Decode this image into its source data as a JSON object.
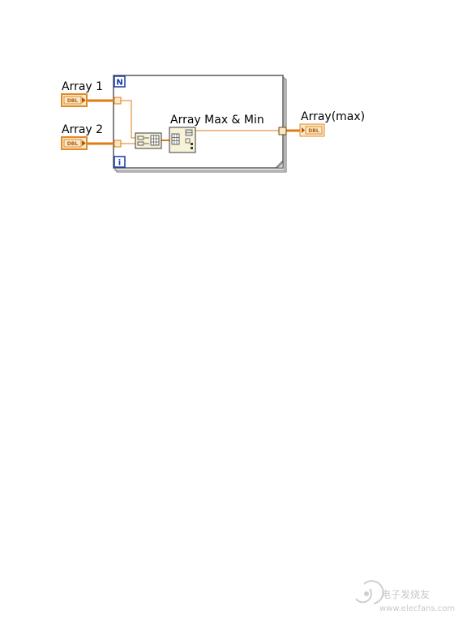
{
  "inputs": [
    {
      "label": "Array 1",
      "type_text": "DBL"
    },
    {
      "label": "Array 2",
      "type_text": "DBL"
    }
  ],
  "function": {
    "label": "Array Max & Min"
  },
  "output": {
    "label": "Array(max)",
    "type_text": "DBL"
  },
  "loop": {
    "count_terminal": "N",
    "iteration_terminal": "i"
  },
  "watermark": {
    "brand": "电子发烧友",
    "url": "www.elecfans.com"
  },
  "colors": {
    "dbl_orange": "#e08a28",
    "dbl_fill": "#fbe8c8",
    "wire_orange": "#e07b14",
    "loop_gray": "#5a5a5a",
    "terminal_blue": "#1a3aa8",
    "node_fill": "#f7f3d8"
  }
}
